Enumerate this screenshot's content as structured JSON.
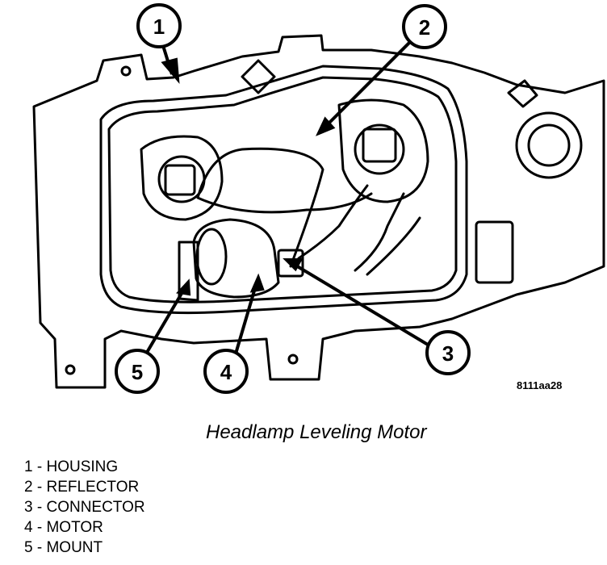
{
  "figure": {
    "code": "8111aa28",
    "caption": "Headlamp Leveling Motor"
  },
  "callouts": [
    {
      "number": "1",
      "label": "HOUSING"
    },
    {
      "number": "2",
      "label": "REFLECTOR"
    },
    {
      "number": "3",
      "label": "CONNECTOR"
    },
    {
      "number": "4",
      "label": "MOTOR"
    },
    {
      "number": "5",
      "label": "MOUNT"
    }
  ]
}
